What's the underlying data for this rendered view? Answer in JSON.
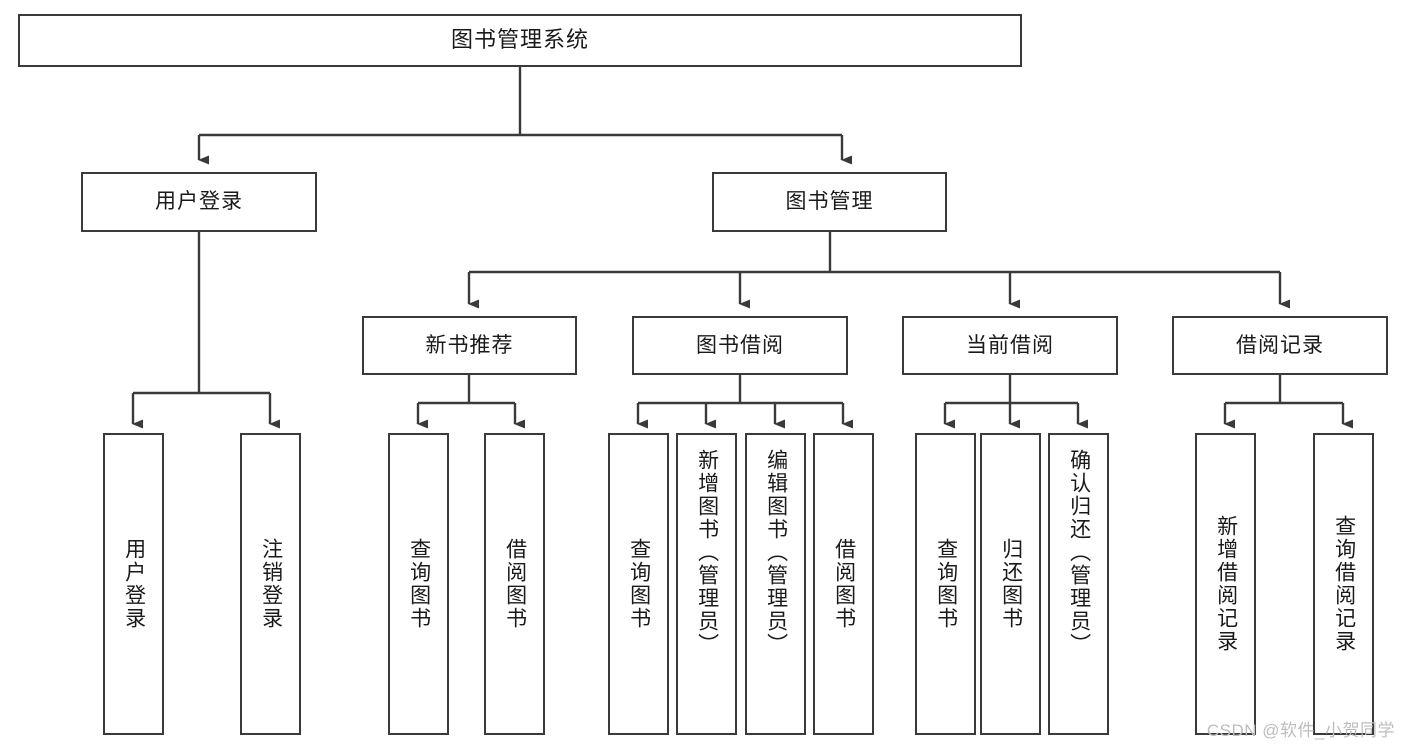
{
  "diagram": {
    "title": "图书管理系统",
    "watermark": "CSDN @软件_小贺同学",
    "line_color": "#3a3a3a",
    "box_fill": "#ffffff",
    "text_color": "#1a1a1a",
    "watermark_color": "#bdbdbd",
    "type": "tree-hierarchy",
    "levels": 4,
    "root": {
      "label": "图书管理系统",
      "children": [
        {
          "label": "用户登录",
          "children": [
            {
              "label": "用户登录"
            },
            {
              "label": "注销登录"
            }
          ]
        },
        {
          "label": "图书管理",
          "children": [
            {
              "label": "新书推荐",
              "children": [
                {
                  "label": "查询图书"
                },
                {
                  "label": "借阅图书"
                }
              ]
            },
            {
              "label": "图书借阅",
              "children": [
                {
                  "label": "查询图书"
                },
                {
                  "label": "新增图书（管理员）"
                },
                {
                  "label": "编辑图书（管理员）"
                },
                {
                  "label": "借阅图书"
                }
              ]
            },
            {
              "label": "当前借阅",
              "children": [
                {
                  "label": "查询图书"
                },
                {
                  "label": "归还图书"
                },
                {
                  "label": "确认归还（管理员）"
                }
              ]
            },
            {
              "label": "借阅记录",
              "children": [
                {
                  "label": "新增借阅记录"
                },
                {
                  "label": "查询借阅记录"
                }
              ]
            }
          ]
        }
      ]
    },
    "nodes": {
      "root": "图书管理系统",
      "user_login": "用户登录",
      "book_manage": "图书管理",
      "new_book_rec": "新书推荐",
      "book_borrow": "图书借阅",
      "current_borrow": "当前借阅",
      "borrow_record": "借阅记录",
      "leaf_user_login": "用户登录",
      "leaf_logout": "注销登录",
      "leaf_rec_query": "查询图书",
      "leaf_rec_borrow": "借阅图书",
      "leaf_borrow_query": "查询图书",
      "leaf_borrow_add": "新增图书（管理员）",
      "leaf_borrow_edit": "编辑图书（管理员）",
      "leaf_borrow_do": "借阅图书",
      "leaf_cur_query": "查询图书",
      "leaf_cur_return": "归还图书",
      "leaf_cur_confirm": "确认归还（管理员）",
      "leaf_rec_add": "新增借阅记录",
      "leaf_rec_search": "查询借阅记录"
    }
  }
}
